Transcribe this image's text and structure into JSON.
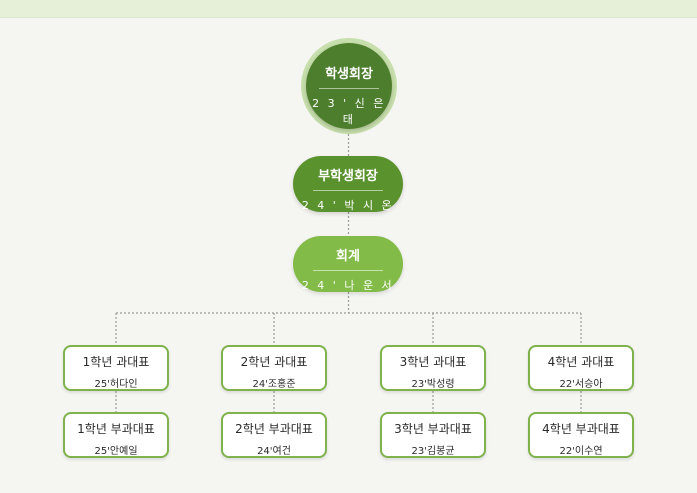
{
  "president": {
    "title": "학생회장",
    "name": "2 3 ' 신 은 태"
  },
  "vice_president": {
    "title": "부학생회장",
    "name": "2 4 ' 박 시 온"
  },
  "treasurer": {
    "title": "회계",
    "name": "2 4 ' 나 운 서"
  },
  "class_reps": [
    {
      "title": "1학년 과대표",
      "name": "25'허다인"
    },
    {
      "title": "2학년 과대표",
      "name": "24'조홍준"
    },
    {
      "title": "3학년 과대표",
      "name": "23'박성령"
    },
    {
      "title": "4학년 과대표",
      "name": "22'서승아"
    }
  ],
  "vice_class_reps": [
    {
      "title": "1학년 부과대표",
      "name": "25'안예일"
    },
    {
      "title": "2학년 부과대표",
      "name": "24'여건"
    },
    {
      "title": "3학년 부과대표",
      "name": "23'김봉균"
    },
    {
      "title": "4학년 부과대표",
      "name": "22'이수연"
    }
  ],
  "colors": {
    "president": "#4d7e2d",
    "vice_president": "#5a922e",
    "treasurer": "#82bb47",
    "box_border": "#7fb24c"
  }
}
